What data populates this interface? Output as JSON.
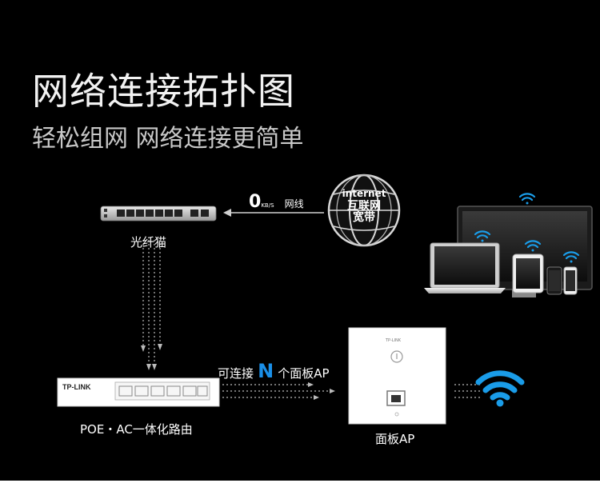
{
  "header": {
    "title": "网络连接拓扑图",
    "subtitle": "轻松组网  网络连接更简单"
  },
  "globe": {
    "line1": "internet",
    "line2": "互联网",
    "line3": "宽带"
  },
  "link_speed": {
    "value": "0",
    "unit": "KB/S",
    "label": "网线"
  },
  "modem": {
    "label": "光纤猫"
  },
  "router": {
    "brand": "TP-LINK",
    "label": "POE・AC一体化路由"
  },
  "ap_link": {
    "prefix": "可连接",
    "n": "N",
    "suffix": "个面板AP"
  },
  "panel_ap": {
    "brand": "TP-LINK",
    "label": "面板AP"
  },
  "colors": {
    "background": "#000000",
    "wifi_blue": "#1a9ce8",
    "accent_n": "#1a8fe8"
  }
}
